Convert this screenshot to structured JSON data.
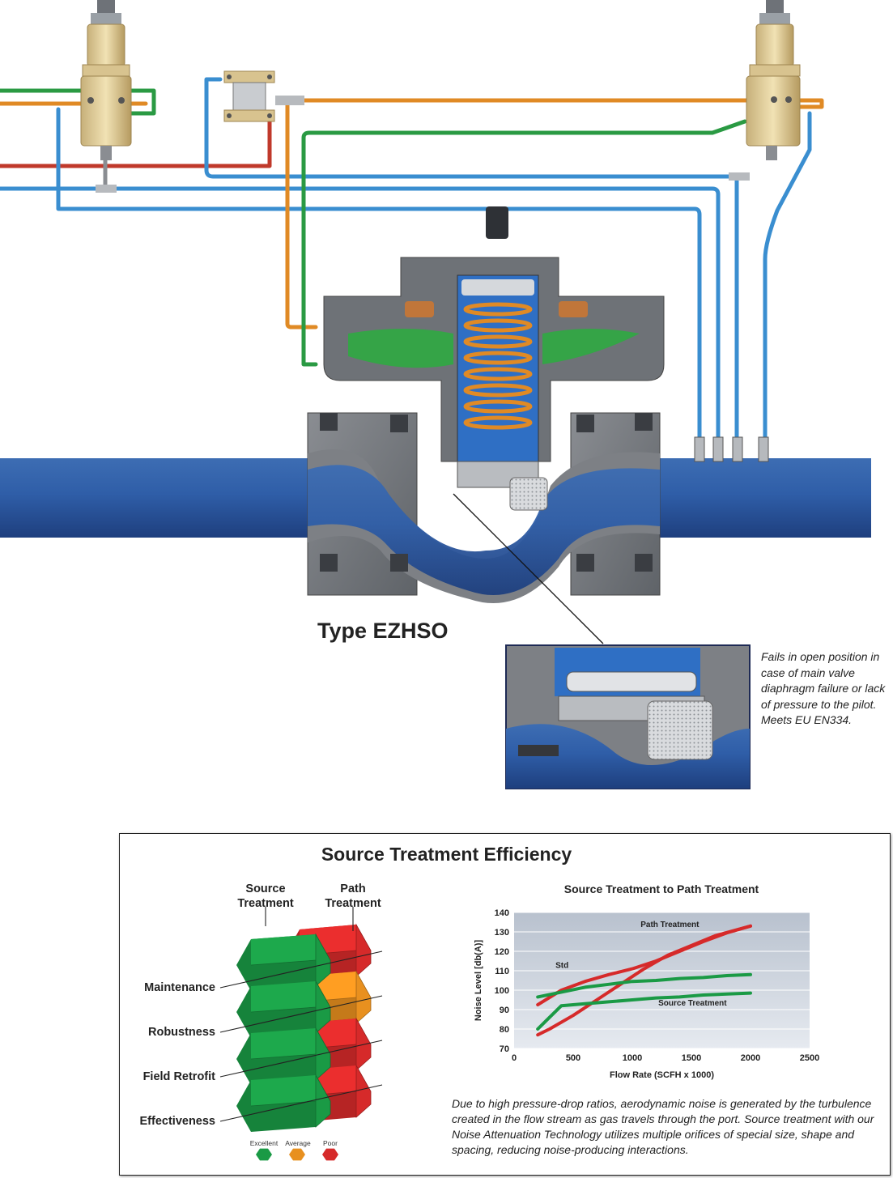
{
  "diagram": {
    "product_label": "Type EZHSO",
    "inset_note": "Fails in open position in case of main valve diaphragm failure or lack of pressure to the pilot. Meets EU EN334."
  },
  "efficiency": {
    "title": "Source Treatment Efficiency",
    "column_headers": [
      "Source\nTreatment",
      "Path\nTreatment"
    ],
    "rows": [
      {
        "label": "Maintenance",
        "source": "Excellent",
        "path": "Poor"
      },
      {
        "label": "Robustness",
        "source": "Excellent",
        "path": "Average"
      },
      {
        "label": "Field Retrofit",
        "source": "Excellent",
        "path": "Poor"
      },
      {
        "label": "Effectiveness",
        "source": "Excellent",
        "path": "Poor"
      }
    ],
    "legend": [
      {
        "label": "Excellent",
        "color": "#1a9a45"
      },
      {
        "label": "Average",
        "color": "#e8901f"
      },
      {
        "label": "Poor",
        "color": "#d62a2a"
      }
    ],
    "description": "Due to high pressure-drop ratios, aerodynamic noise is generated by the turbulence created in the flow stream as gas travels through the port. Source treatment with our Noise Attenuation Technology utilizes multiple orifices of special size, shape and spacing, reducing noise-producing interactions."
  },
  "chart_data": {
    "type": "line",
    "title": "Source Treatment to Path Treatment",
    "xlabel": "Flow Rate (SCFH x 1000)",
    "ylabel": "Noise Level [db(A)]",
    "xlim": [
      0,
      2500
    ],
    "ylim": [
      70,
      140
    ],
    "xticks": [
      0,
      500,
      1000,
      1500,
      2000,
      2500
    ],
    "yticks": [
      70,
      80,
      90,
      100,
      110,
      120,
      130,
      140
    ],
    "grid": true,
    "series": [
      {
        "name": "Std",
        "color": "#d62a2a",
        "x": [
          200,
          400,
          600,
          800,
          1000,
          1200,
          1400,
          1600,
          1800,
          2000
        ],
        "y": [
          92.5,
          100,
          104.5,
          108,
          111,
          115,
          120,
          125,
          129.5,
          133
        ]
      },
      {
        "name": "Path Treatment",
        "color": "#d62a2a",
        "x": [
          200,
          300,
          500,
          700,
          900,
          1100,
          1300,
          1500,
          1700,
          2000
        ],
        "y": [
          77,
          80,
          87,
          95,
          103,
          111,
          118,
          123,
          128,
          133
        ]
      },
      {
        "name": "",
        "color": "#1a9a45",
        "x": [
          200,
          400,
          600,
          800,
          1000,
          1200,
          1400,
          1600,
          1800,
          2000
        ],
        "y": [
          96.5,
          99,
          101.5,
          103,
          104.5,
          105,
          106,
          106.5,
          107.5,
          108
        ]
      },
      {
        "name": "Source Treatment",
        "color": "#1a9a45",
        "x": [
          200,
          300,
          400,
          600,
          800,
          1000,
          1200,
          1400,
          1600,
          1800,
          2000
        ],
        "y": [
          80,
          86,
          92,
          93,
          94,
          95,
          96,
          96.5,
          97.5,
          98,
          98.5
        ]
      }
    ]
  }
}
